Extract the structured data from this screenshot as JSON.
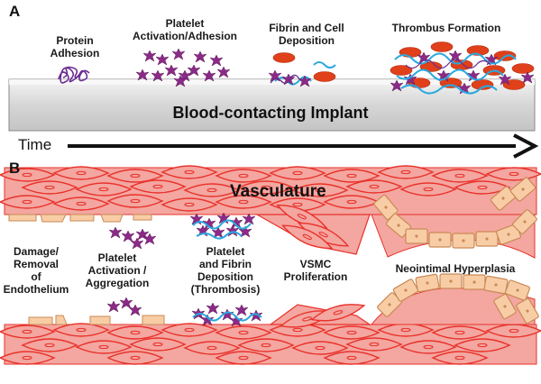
{
  "panel_a": {
    "letter": "A",
    "stages": [
      {
        "line1": "Protein",
        "line2": "Adhesion"
      },
      {
        "line1": "Platelet",
        "line2": "Activation/Adhesion"
      },
      {
        "line1": "Fibrin and Cell",
        "line2": "Deposition"
      },
      {
        "line1": "Thrombus Formation",
        "line2": ""
      }
    ],
    "implant_label": "Blood-contacting Implant",
    "time_label": "Time"
  },
  "panel_b": {
    "letter": "B",
    "vasculature_label": "Vasculature",
    "labels": {
      "damage": [
        "Damage/",
        "Removal",
        "of",
        "Endothelium"
      ],
      "platelet": [
        "Platelet",
        "Activation /",
        "Aggregation"
      ],
      "thrombosis": [
        "Platelet",
        "and Fibrin",
        "Deposition",
        "(Thrombosis)"
      ],
      "vsmc": [
        "VSMC",
        "Proliferation"
      ],
      "neointimal": "Neointimal Hyperplasia"
    }
  },
  "colors": {
    "smooth_muscle_fill": "#f4a6a0",
    "smooth_muscle_stroke": "#e8322b",
    "endothelial_fill": "#f8cda6",
    "endothelial_stroke": "#c98a55",
    "platelet": "#8b2a87",
    "fibrin": "#29a8df",
    "red_cell": "#e0401a",
    "implant": "#d9d9d9"
  }
}
